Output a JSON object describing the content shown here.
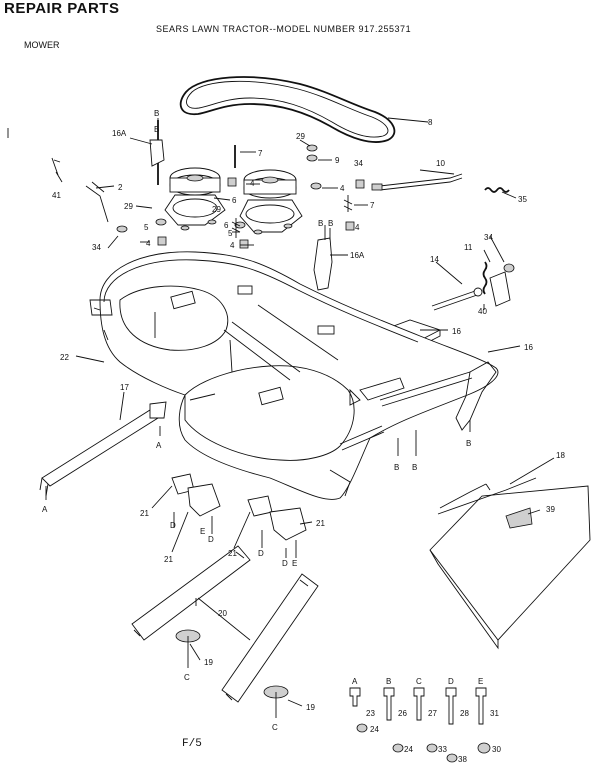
{
  "header": {
    "title": "REPAIR PARTS",
    "subtitle": "SEARS LAWN TRACTOR--MODEL NUMBER 917.255371",
    "section": "MOWER"
  },
  "footer": "F/5",
  "callouts": [
    {
      "id": "c8",
      "text": "8"
    },
    {
      "id": "c16a_top",
      "text": "16A"
    },
    {
      "id": "c7_top",
      "text": "7"
    },
    {
      "id": "c29_top",
      "text": "29"
    },
    {
      "id": "c9",
      "text": "9"
    },
    {
      "id": "c34_top",
      "text": "34"
    },
    {
      "id": "c10",
      "text": "10"
    },
    {
      "id": "c41",
      "text": "41"
    },
    {
      "id": "c2",
      "text": "2"
    },
    {
      "id": "c4_a",
      "text": "4"
    },
    {
      "id": "c4_b",
      "text": "4"
    },
    {
      "id": "c35",
      "text": "35"
    },
    {
      "id": "c29_mid",
      "text": "29"
    },
    {
      "id": "c6_a",
      "text": "6"
    },
    {
      "id": "c7_mid",
      "text": "7"
    },
    {
      "id": "c4_c",
      "text": "4"
    },
    {
      "id": "c5_a",
      "text": "5"
    },
    {
      "id": "c6_b",
      "text": "6"
    },
    {
      "id": "c29_low",
      "text": "29"
    },
    {
      "id": "c5_b",
      "text": "5"
    },
    {
      "id": "c34_left",
      "text": "34"
    },
    {
      "id": "c4_d",
      "text": "4"
    },
    {
      "id": "c4_e",
      "text": "4"
    },
    {
      "id": "c16a_mid",
      "text": "16A"
    },
    {
      "id": "c34_right",
      "text": "34"
    },
    {
      "id": "c11",
      "text": "11"
    },
    {
      "id": "c14",
      "text": "14"
    },
    {
      "id": "c40",
      "text": "40"
    },
    {
      "id": "c16_a",
      "text": "16"
    },
    {
      "id": "c16_b",
      "text": "16"
    },
    {
      "id": "c22",
      "text": "22"
    },
    {
      "id": "c17",
      "text": "17"
    },
    {
      "id": "c18",
      "text": "18"
    },
    {
      "id": "c39",
      "text": "39"
    },
    {
      "id": "c21_a",
      "text": "21"
    },
    {
      "id": "c21_b",
      "text": "21"
    },
    {
      "id": "c21_c",
      "text": "21"
    },
    {
      "id": "c21_d",
      "text": "21"
    },
    {
      "id": "c20",
      "text": "20"
    },
    {
      "id": "c19_a",
      "text": "19"
    },
    {
      "id": "c19_b",
      "text": "19"
    }
  ],
  "letters": [
    {
      "id": "l_b1",
      "text": "B"
    },
    {
      "id": "l_b2",
      "text": "B"
    },
    {
      "id": "l_b3",
      "text": "B"
    },
    {
      "id": "l_b4",
      "text": "B"
    },
    {
      "id": "l_b5",
      "text": "B"
    },
    {
      "id": "l_b6",
      "text": "B"
    },
    {
      "id": "l_b7",
      "text": "B"
    },
    {
      "id": "l_a1",
      "text": "A"
    },
    {
      "id": "l_a2",
      "text": "A"
    },
    {
      "id": "l_d1",
      "text": "D"
    },
    {
      "id": "l_d2",
      "text": "D"
    },
    {
      "id": "l_d3",
      "text": "D"
    },
    {
      "id": "l_d4",
      "text": "D"
    },
    {
      "id": "l_e1",
      "text": "E"
    },
    {
      "id": "l_e2",
      "text": "E"
    },
    {
      "id": "l_c1",
      "text": "C"
    },
    {
      "id": "l_c2",
      "text": "C"
    }
  ],
  "hardware_legend": [
    {
      "letter": "A",
      "bolt": "23",
      "nut": "24"
    },
    {
      "letter": "B",
      "bolt": "26",
      "nut": "24"
    },
    {
      "letter": "C",
      "bolt": "27",
      "nut": "33"
    },
    {
      "letter": "D",
      "bolt": "28",
      "nut": "38"
    },
    {
      "letter": "E",
      "bolt": "31",
      "nut": "30"
    }
  ]
}
